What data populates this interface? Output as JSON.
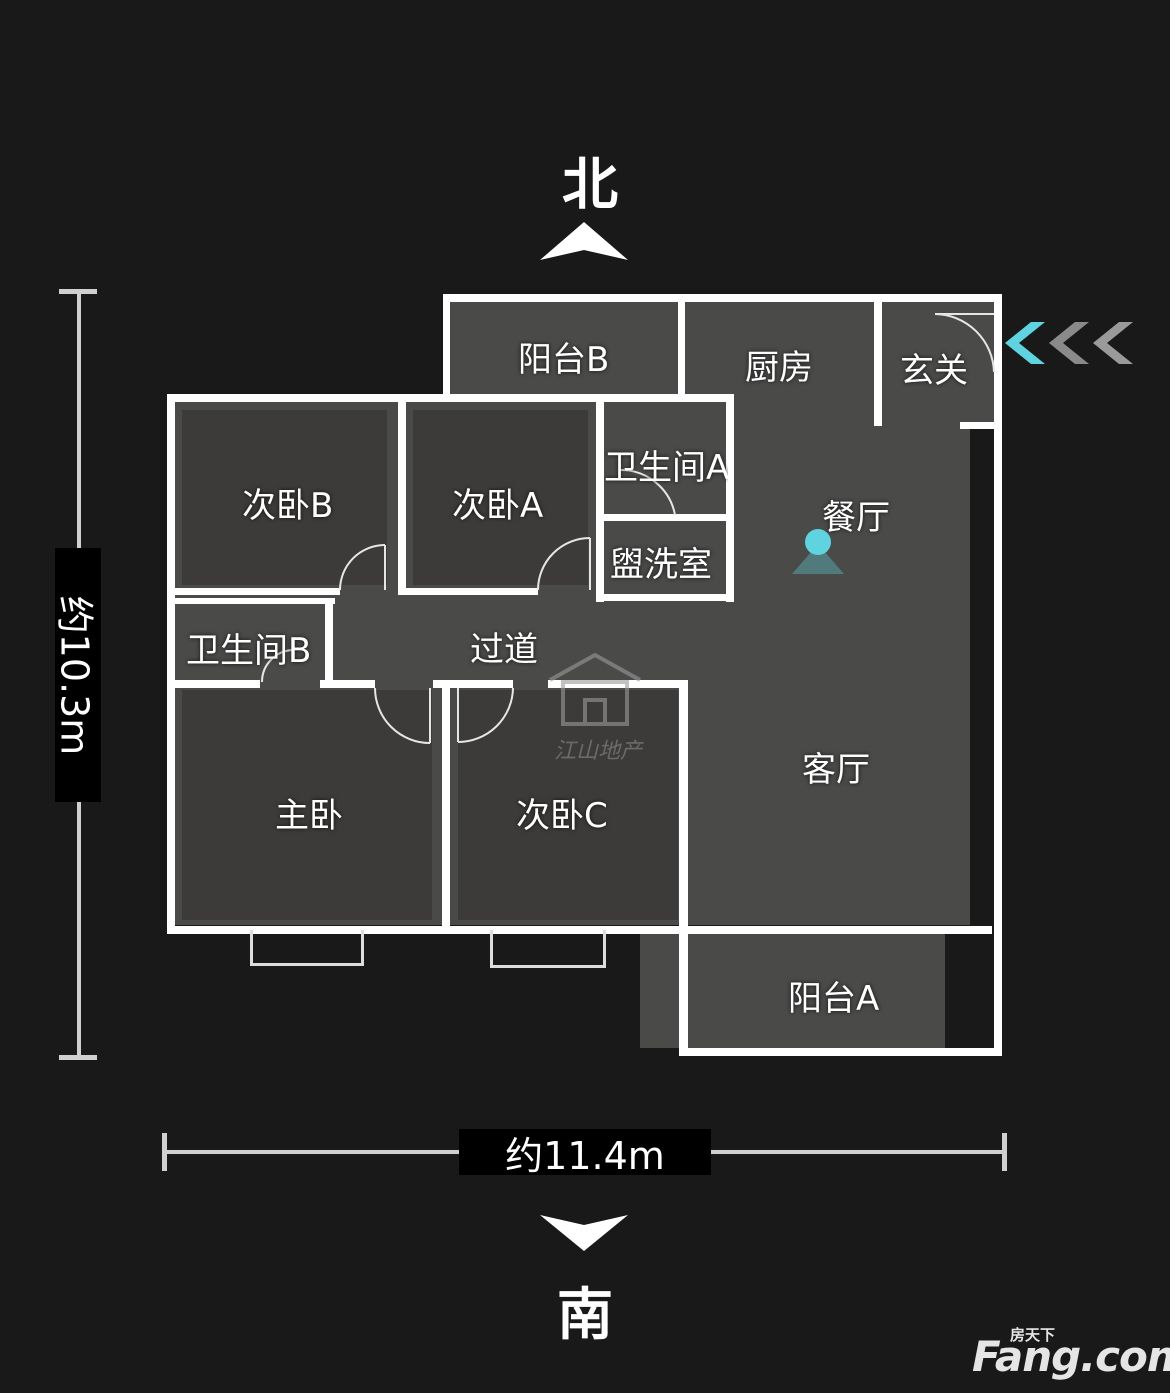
{
  "compass": {
    "north": "北",
    "south": "南"
  },
  "dimensions": {
    "height": "约10.3m",
    "width": "约11.4m"
  },
  "rooms": {
    "balcony_b": "阳台B",
    "kitchen": "厨房",
    "entrance": "玄关",
    "bedroom_b": "次卧B",
    "bedroom_a": "次卧A",
    "bathroom_a": "卫生间A",
    "wash_room": "盥洗室",
    "dining": "餐厅",
    "bathroom_b": "卫生间B",
    "corridor": "过道",
    "master_bedroom": "主卧",
    "bedroom_c": "次卧C",
    "living_room": "客厅",
    "balcony_a": "阳台A"
  },
  "watermark": {
    "center_text": "江山地产",
    "brand_small": "房天下",
    "brand_big": "Fang.com"
  },
  "colors": {
    "background": "#191919",
    "wall": "#ffffff",
    "floor": "#4a4a49",
    "marker": "#5fd3e0"
  }
}
